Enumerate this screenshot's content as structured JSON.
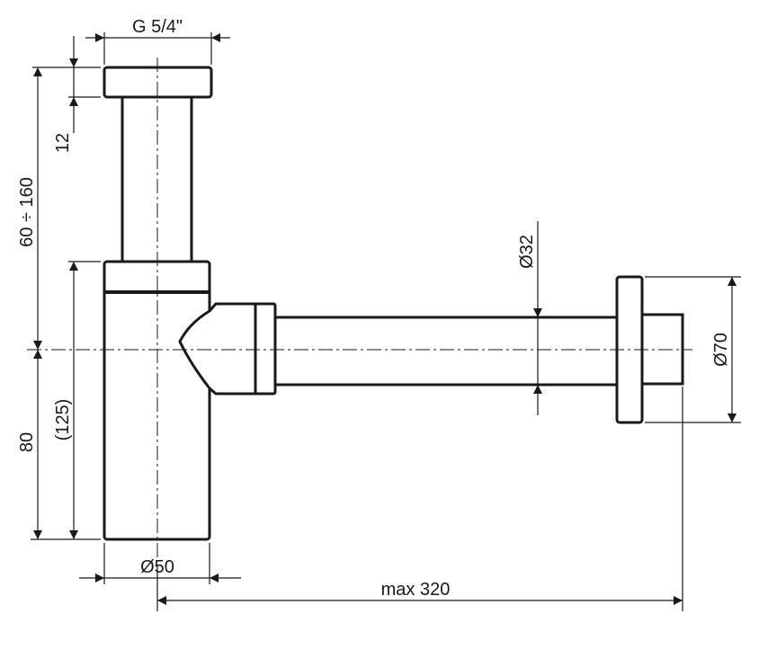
{
  "dimensions": {
    "thread": "G 5/4\"",
    "nut_height": "12",
    "height_range": "60 ÷ 160",
    "outlet_height": "80",
    "body_height": "(125)",
    "body_diameter": "Ø50",
    "max_length": "max 320",
    "pipe_diameter": "Ø32",
    "rosette_diameter": "Ø70"
  },
  "colors": {
    "line": "#1a1a1a",
    "background": "#ffffff"
  }
}
